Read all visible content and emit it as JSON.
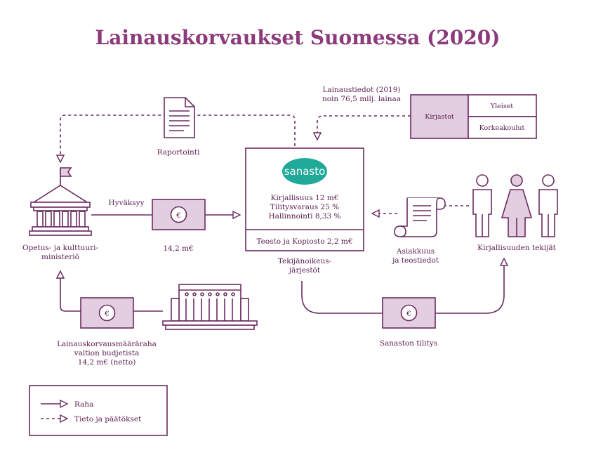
{
  "title": "Lainauskorvaukset Suomessa (2020)",
  "raportointi": "Raportointi",
  "hyvaksyy": "Hyväksyy",
  "ministry": {
    "line1": "Opetus- ja kulttuuri-",
    "line2": "ministeriö"
  },
  "money_ministry_to_sanasto": "14,2 m€",
  "budget": {
    "line1": "Lainauskorvausmääräraha",
    "line2": "valtion budjetista",
    "line3": "14,2 m€ (netto)"
  },
  "lending_data": {
    "line1": "Lainaustiedot (2019)",
    "line2": "noin 76,5 milj. lainaa"
  },
  "libraries": {
    "label": "Kirjastot",
    "public": "Yleiset",
    "academic": "Korkeakoulut"
  },
  "sanasto": {
    "logo": "sanasto",
    "line1": "Kirjallisuus 12 m€",
    "line2": "Tilitysvaraus 25 %",
    "line3": "Hallinnointi 8,33 %",
    "footer": "Teosto ja Kopiosto 2,2 m€"
  },
  "rights_org": {
    "line1": "Tekijänoikeus-",
    "line2": "järjestöt"
  },
  "customer_data": {
    "line1": "Asiakkuus",
    "line2": "ja teostiedot"
  },
  "authors": "Kirjallisuuden tekijät",
  "payout": "Sanaston tilitys",
  "euro_symbol": "€",
  "legend": {
    "money": "Raha",
    "info": "Tieto ja päätökset"
  },
  "colors": {
    "primary": "#6b2b62",
    "fill": "#e3cde0",
    "logo": "#1fa999",
    "title": "#8b3a7a"
  }
}
